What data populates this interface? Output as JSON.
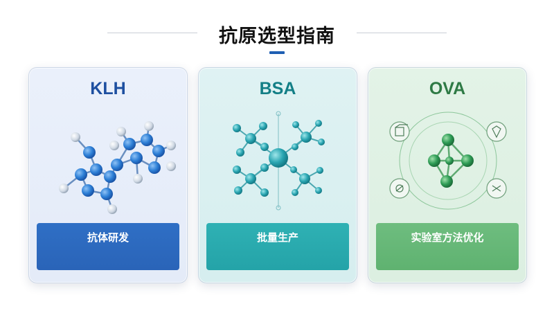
{
  "header": {
    "title": "抗原选型指南"
  },
  "cards": [
    {
      "name": "KLH",
      "label": "抗体研发",
      "accent": "#2a64b8"
    },
    {
      "name": "BSA",
      "label": "批量生产",
      "accent": "#24a3a8"
    },
    {
      "name": "OVA",
      "label": "实验室方法优化",
      "accent": "#5fb270"
    }
  ]
}
